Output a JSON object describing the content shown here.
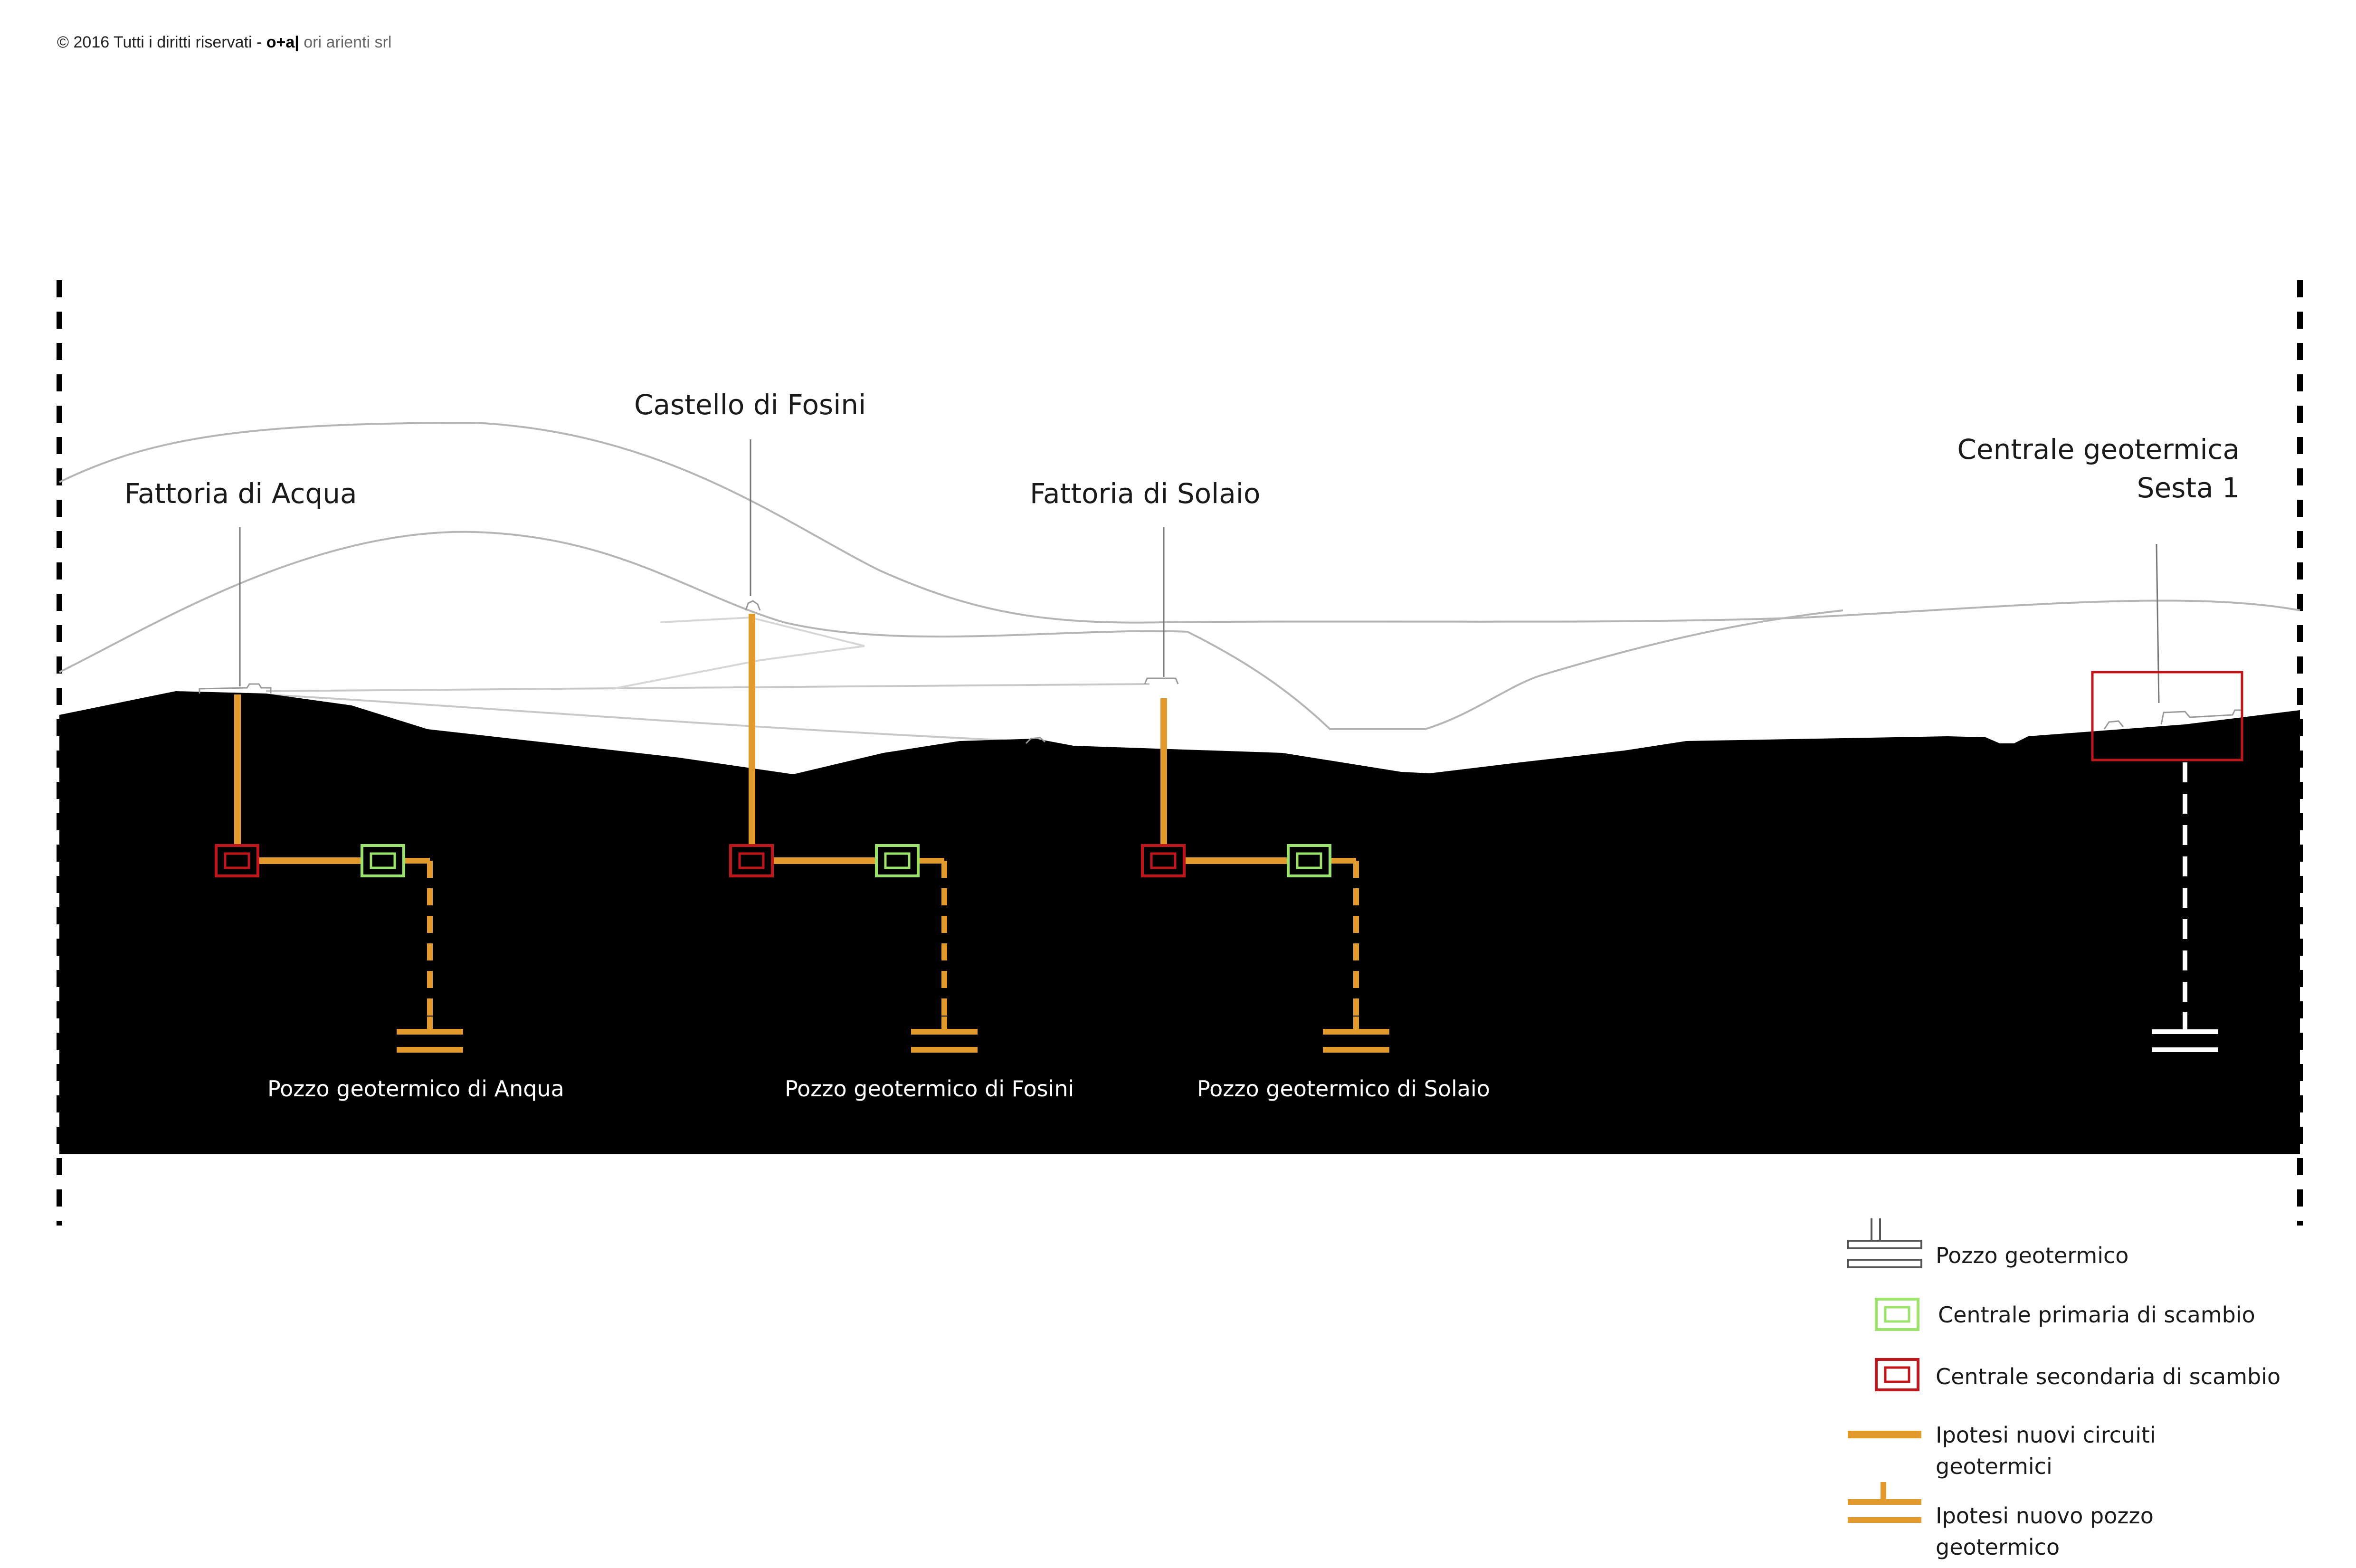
{
  "copyright": {
    "prefix": "© 2016 Tutti i diritti riservati - ",
    "brand": "o+a|",
    "company": " ori arienti srl"
  },
  "places": {
    "acqua": "Fattoria di Acqua",
    "fosini": "Castello di Fosini",
    "solaio": "Fattoria di Solaio",
    "sesta_line1": "Centrale geotermica",
    "sesta_line2": "Sesta 1"
  },
  "wells": {
    "anqua": "Pozzo geotermico di Anqua",
    "fosini": "Pozzo geotermico di Fosini",
    "solaio": "Pozzo geotermico di Solaio"
  },
  "legend": {
    "pozzo": "Pozzo geotermico",
    "primaria": "Centrale primaria di scambio",
    "secondaria": "Centrale secondaria di scambio",
    "circuiti_line1": "Ipotesi nuovi circuiti",
    "circuiti_line2": "geotermici",
    "nuovo_pozzo_line1": "Ipotesi nuovo pozzo",
    "nuovo_pozzo_line2": "geotermico"
  },
  "colors": {
    "ground": "#000000",
    "orange": "#e39a2c",
    "primary_green": "#9be36a",
    "secondary_red": "#c0161b",
    "ridge": "#b5b5b5"
  }
}
